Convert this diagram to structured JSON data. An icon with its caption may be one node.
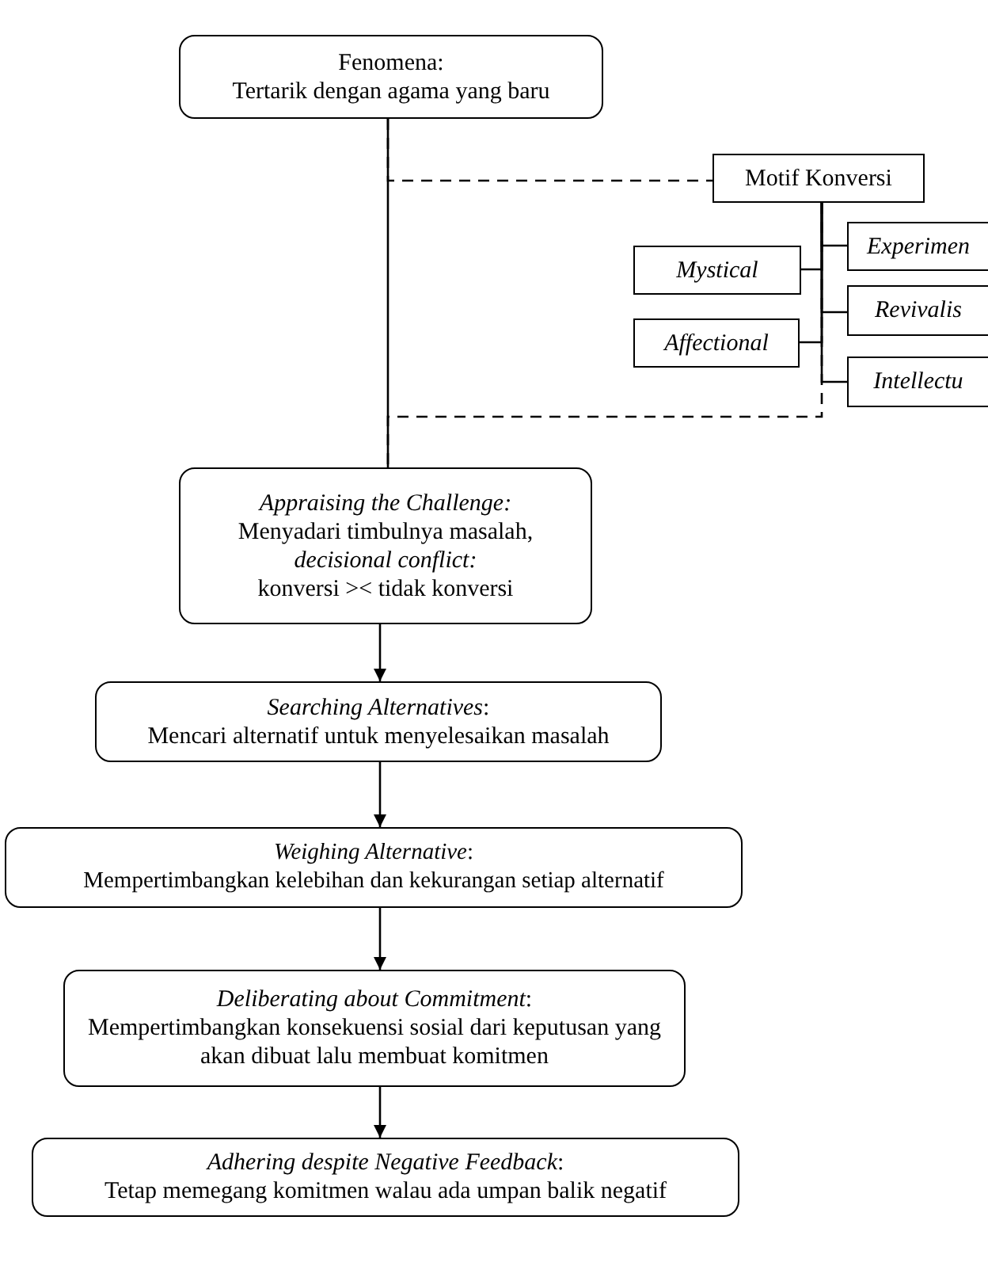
{
  "diagram": {
    "nodes": [
      {
        "text": [
          "Fenomena:",
          "Tertarik dengan agama yang baru"
        ]
      },
      {
        "text": [
          "Motif Konversi"
        ]
      },
      {
        "text": [
          "Experimen"
        ]
      },
      {
        "text": [
          "Mystical"
        ]
      },
      {
        "text": [
          "Revivalis"
        ]
      },
      {
        "text": [
          "Affectional"
        ]
      },
      {
        "text": [
          "Intellectu"
        ]
      },
      {
        "text": [
          "Appraising the Challenge:",
          "Menyadari timbulnya masalah,",
          "decisional conflict:",
          "konversi >< tidak konversi"
        ]
      },
      {
        "text": [
          "*Searching Alternatives*:",
          "Mencari alternatif untuk menyelesaikan masalah"
        ]
      },
      {
        "text": [
          "*Weighing Alternative*:",
          "Mempertimbangkan kelebihan dan kekurangan setiap alternatif"
        ]
      },
      {
        "text": [
          "*Deliberating about Commitment*:",
          "Mempertimbangkan konsekuensi sosial dari keputusan yang akan dibuat lalu membuat komitmen"
        ]
      },
      {
        "text": [
          "*Adhering despite Negative Feedback*:",
          "Tetap memegang komitmen walau ada umpan balik negatif"
        ]
      }
    ],
    "edges": [
      {
        "from": 0,
        "to": 7,
        "arrow": "none"
      },
      {
        "from": 0,
        "to": 1,
        "arrow": "none",
        "style": "dashed"
      },
      {
        "from": 1,
        "to": 2,
        "arrow": "none"
      },
      {
        "from": 1,
        "to": 3,
        "arrow": "none"
      },
      {
        "from": 1,
        "to": 4,
        "arrow": "none"
      },
      {
        "from": 1,
        "to": 5,
        "arrow": "none"
      },
      {
        "from": 1,
        "to": 6,
        "arrow": "none"
      },
      {
        "from": 1,
        "to": 7,
        "arrow": "none",
        "style": "dashed"
      },
      {
        "from": 7,
        "to": 8,
        "arrow": "to"
      },
      {
        "from": 8,
        "to": 9,
        "arrow": "to"
      },
      {
        "from": 9,
        "to": 10,
        "arrow": "to"
      },
      {
        "from": 10,
        "to": 11,
        "arrow": "to"
      }
    ]
  }
}
